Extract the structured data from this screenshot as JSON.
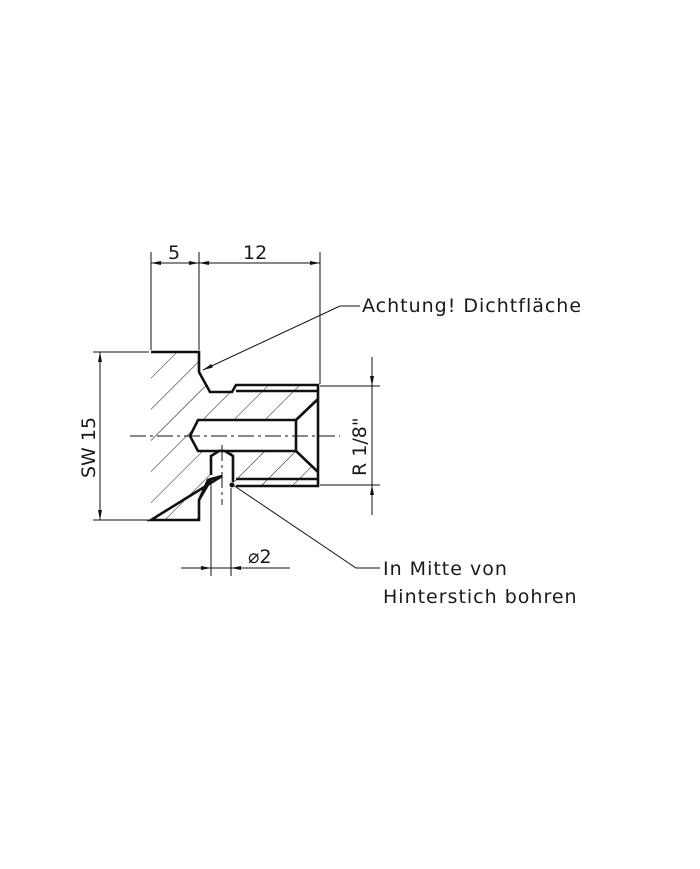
{
  "drawing": {
    "title": "Technical drawing – threaded fitting section",
    "colors": {
      "line": "#111111",
      "background": "#ffffff"
    },
    "dimensions": {
      "flange_width": "5",
      "thread_length": "12",
      "wrench_size": "SW 15",
      "thread_size": "R 1/8\"",
      "bore_diameter": "⌀2"
    },
    "annotations": {
      "sealing_surface": "Achtung! Dichtfläche",
      "drill_note_line1": "In Mitte von",
      "drill_note_line2": "Hinterstich bohren"
    }
  }
}
